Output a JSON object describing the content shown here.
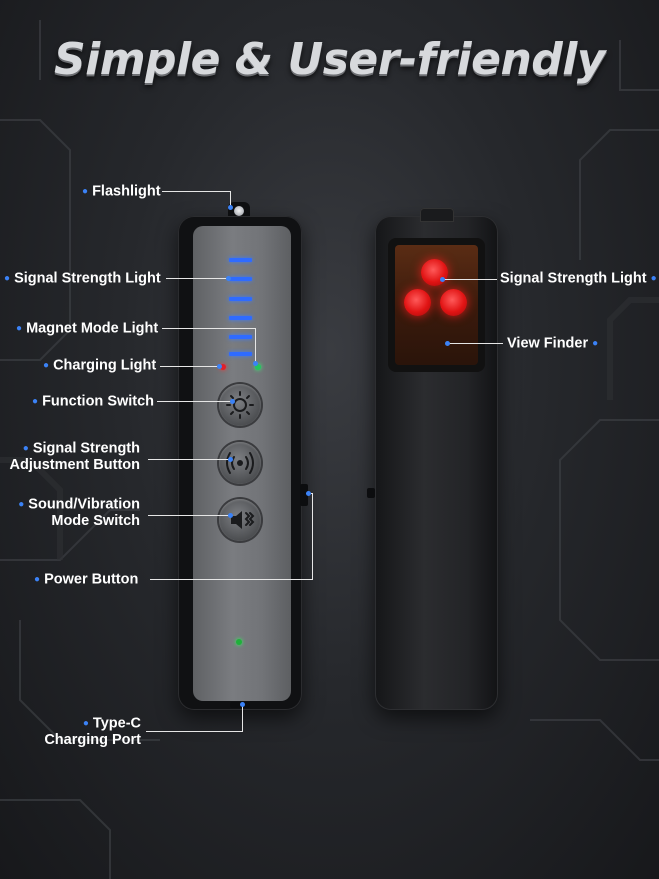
{
  "headline": "Simple & User-friendly",
  "labels": {
    "flashlight": "Flashlight",
    "signal_strength_light_left": "Signal Strength Light",
    "magnet_mode_light": "Magnet Mode Light",
    "charging_light": "Charging Light",
    "function_switch": "Function Switch",
    "signal_adjust_line1": "Signal Strength",
    "signal_adjust_line2": "Adjustment Button",
    "sound_vibration_line1": "Sound/Vibration",
    "sound_vibration_line2": "Mode Switch",
    "power_button": "Power Button",
    "typec_line1": "Type-C",
    "typec_line2": "Charging Port",
    "signal_strength_light_right": "Signal Strength Light",
    "view_finder": "View Finder"
  },
  "icons": {
    "function_switch": "sun-icon",
    "signal_adjust": "signal-waves-icon",
    "sound_vibration": "speaker-vibration-icon"
  },
  "colors": {
    "accent_dot": "#3b82f6",
    "signal_bar": "#2f6bff",
    "charging_led": "#e0202a",
    "magnet_led": "#22c55e",
    "power_led": "#1fb03a",
    "lens_red": "#e11414"
  }
}
